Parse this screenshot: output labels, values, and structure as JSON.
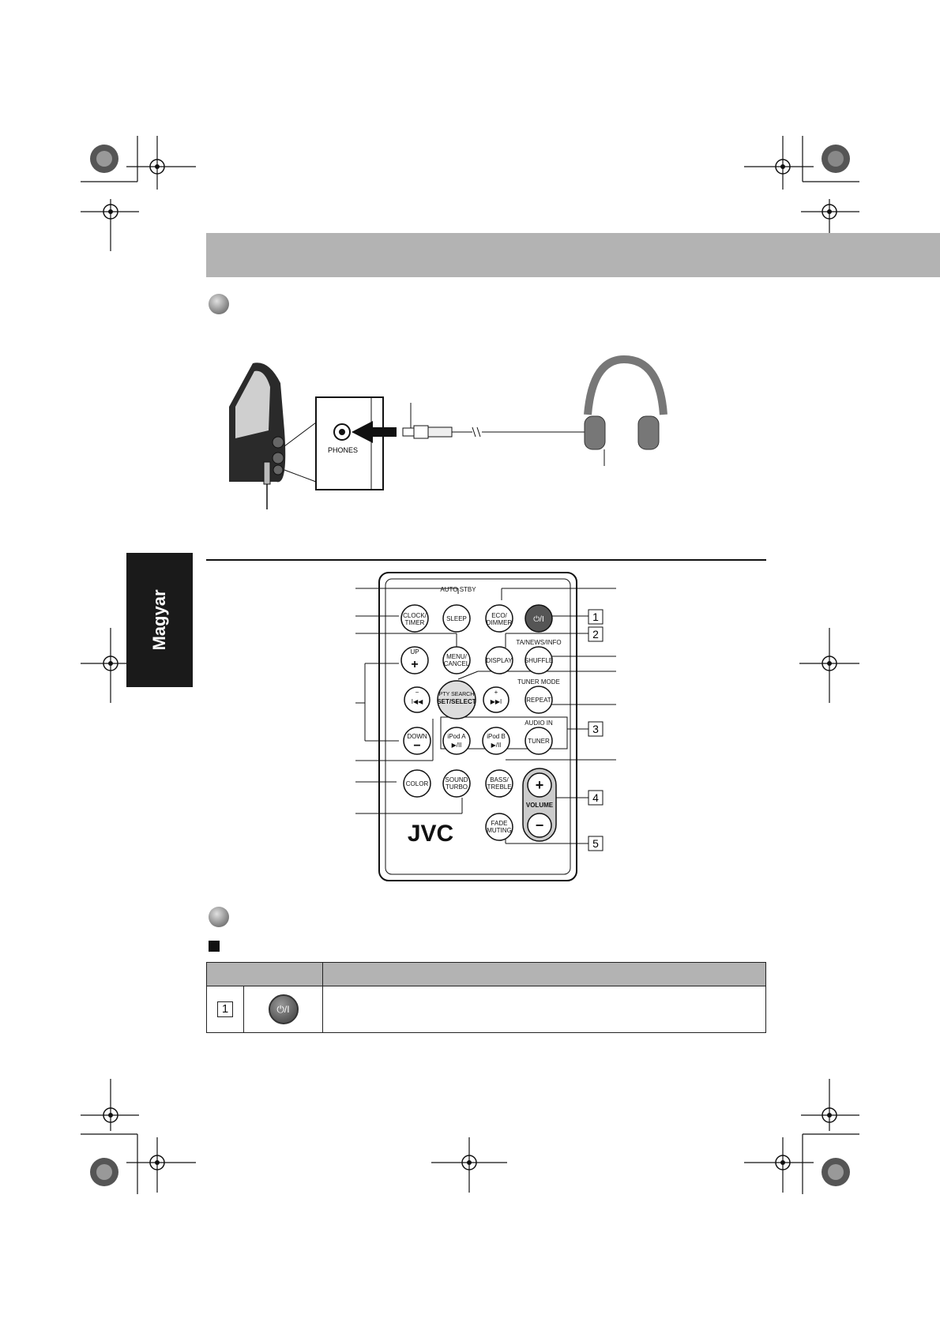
{
  "side_tab": {
    "label": "Magyar"
  },
  "headphone_figure": {
    "jack_label": "PHONES"
  },
  "remote": {
    "brand": "JVC",
    "labels": {
      "auto_stby": "AUTO STBY",
      "sleep": "SLEEP",
      "clock_timer_1": "CLOCK/",
      "clock_timer_2": "TIMER",
      "eco_dimmer_1": "ECO/",
      "eco_dimmer_2": "DIMMER",
      "power": "⏻/I",
      "up": "UP",
      "plus": "+",
      "menu_cancel_1": "MENU/",
      "menu_cancel_2": "CANCEL",
      "display": "DISPLAY",
      "ta_news_info": "TA/NEWS/INFO",
      "shuffle": "SHUFFLE",
      "prev_sym": "−",
      "prev": "I◀◀",
      "pty_search": "PTY SEARCH",
      "set_select": "SET/SELECT",
      "next_sym": "+",
      "next": "▶▶I",
      "tuner_mode": "TUNER MODE",
      "repeat": "REPEAT",
      "down": "DOWN",
      "minus": "−",
      "ipod_a": "iPod A",
      "ipod_b": "iPod B",
      "play_pause": "▶/II",
      "audio_in": "AUDIO IN",
      "tuner": "TUNER",
      "color": "COLOR",
      "sound_turbo_1": "SOUND",
      "sound_turbo_2": "TURBO",
      "bass_treble_1": "BASS/",
      "bass_treble_2": "TREBLE",
      "volume": "VOLUME",
      "fade_muting_1": "FADE",
      "fade_muting_2": "MUTING"
    },
    "callouts": [
      "1",
      "2",
      "3",
      "4",
      "5"
    ]
  },
  "table": {
    "headers": [
      "",
      ""
    ],
    "rows": [
      {
        "number": "1",
        "button_label": "⏻/I",
        "description": ""
      }
    ]
  }
}
